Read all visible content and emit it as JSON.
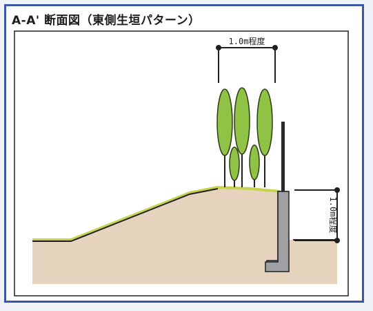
{
  "title": "A-A' 断面図（東側生垣パターン）",
  "labels": {
    "hedge_width": "1.0m程度",
    "wall_height": "1.0m程度"
  },
  "colors": {
    "frame_border": "#3d57a8",
    "ground_fill": "#e6d3bd",
    "grass_edge": "#c6d34a",
    "tree_fill": "#8fc245",
    "wall_fill": "#9ea0a4",
    "line": "#1f1f1f"
  }
}
